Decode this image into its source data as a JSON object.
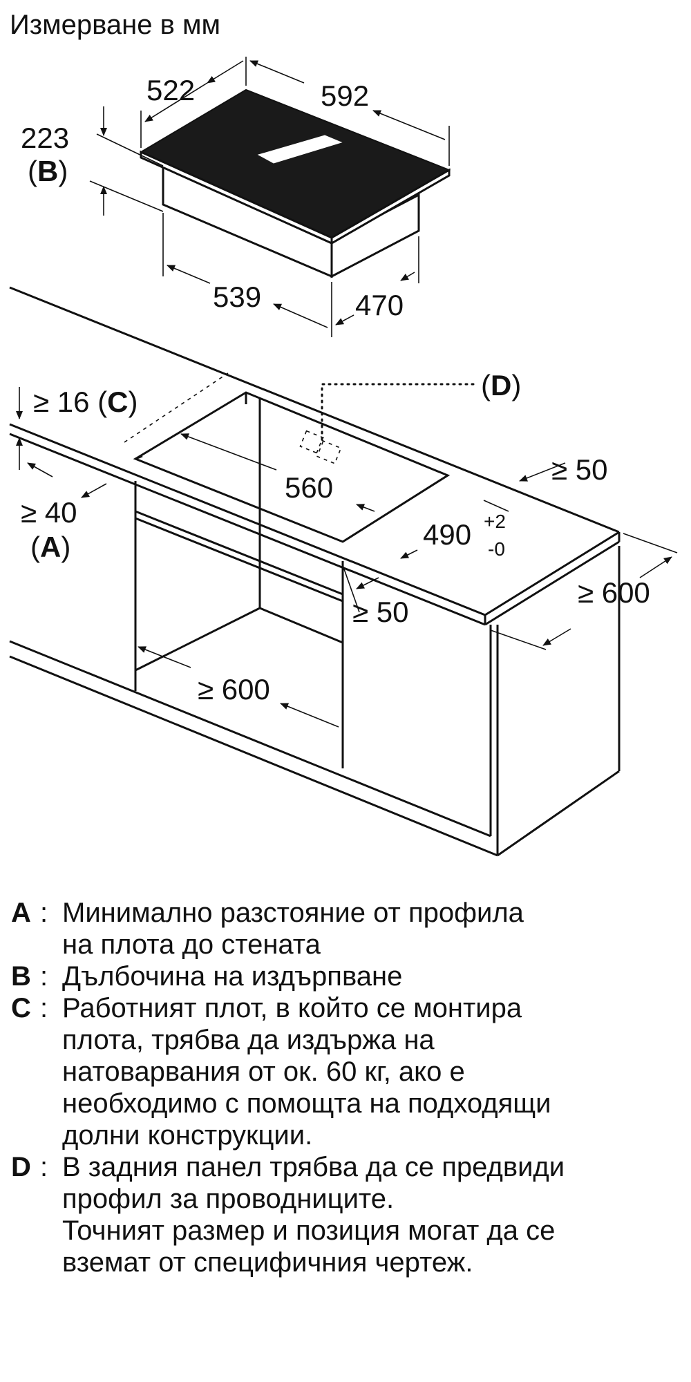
{
  "heading": "Измерване в мм",
  "dimensions": {
    "hob_depth": "522",
    "hob_width": "592",
    "hob_height": "223",
    "hob_height_ref": "B",
    "body_width": "539",
    "body_depth": "470",
    "wall_distance": "≥ 16",
    "wall_distance_ref": "C",
    "cutout_width": "560",
    "cutout_depth": "490",
    "cutout_depth_tol_plus": "+2",
    "cutout_depth_tol_minus": "-0",
    "side_distance": "≥ 50",
    "front_distance": "≥ 40",
    "front_distance_ref": "A",
    "depth_worktop": "≥ 600",
    "front_gap": "≥ 50",
    "cabinet_width": "≥ 600",
    "detail_ref": "D"
  },
  "legend": [
    {
      "letter": "A",
      "text": "Минимално разстояние от профила\nна плота до стената"
    },
    {
      "letter": "B",
      "text": "Дълбочина на издърпване"
    },
    {
      "letter": "C",
      "text": "Работният плот, в който се монтира\nплота, трябва да издържа на\nнатоварвания от ок. 60 кг, ако е\nнеобходимо с помощта на подходящи\nдолни конструкции."
    },
    {
      "letter": "D",
      "text": "В задния панел трябва да се предвиди\nпрофил за проводниците.\nТочният размер и позиция могат да се\nвземат от специфичния чертеж."
    }
  ]
}
